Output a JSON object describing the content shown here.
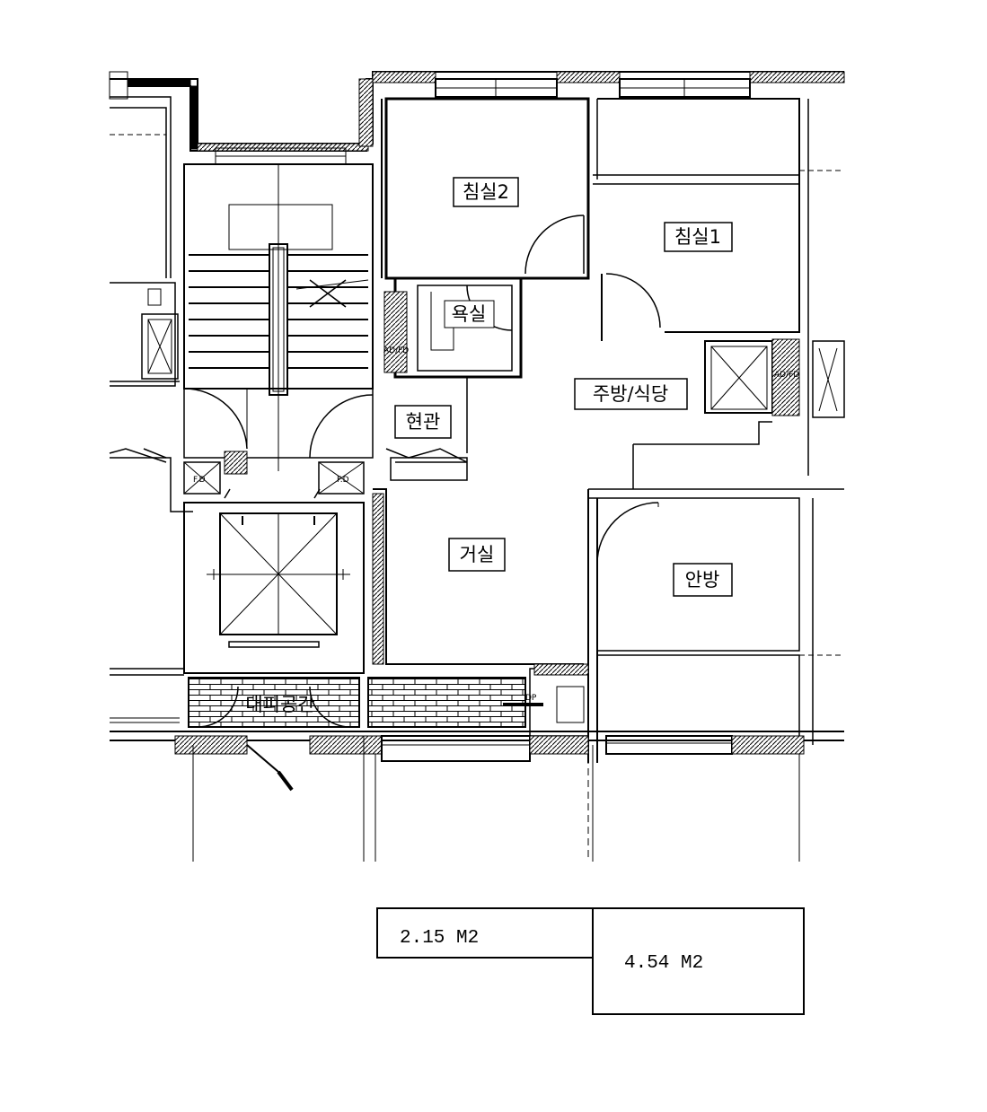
{
  "rooms": {
    "bedroom2": "침실2",
    "bedroom1": "침실1",
    "bathroom": "욕실",
    "kitchen": "주방/식당",
    "entrance": "현관",
    "living": "거실",
    "master": "안방",
    "shelter": "대피공간"
  },
  "door_tags": {
    "fd_left": "F.D",
    "fd_right": "F.D",
    "ad_fd_left": "AD/FD",
    "ad_fd_right": "AD/FD",
    "dp": "DP"
  },
  "areas": {
    "small": "2.15 M2",
    "large": "4.54 M2"
  }
}
